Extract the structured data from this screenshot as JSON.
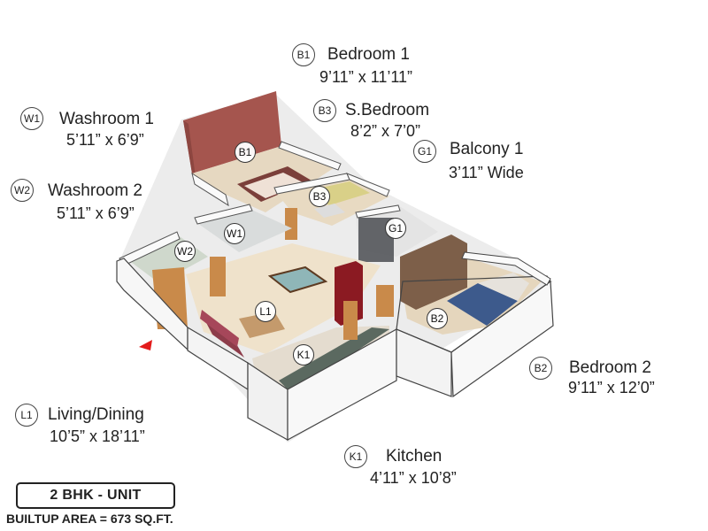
{
  "rooms": {
    "b1": {
      "code": "B1",
      "name": "Bedroom 1",
      "dims": "9’11” x 11’11”"
    },
    "b3": {
      "code": "B3",
      "name": "S.Bedroom",
      "dims": "8’2” x 7’0”"
    },
    "g1": {
      "code": "G1",
      "name": "Balcony 1",
      "dims": "3’11” Wide"
    },
    "w1": {
      "code": "W1",
      "name": "Washroom 1",
      "dims": "5’11” x 6’9”"
    },
    "w2": {
      "code": "W2",
      "name": "Washroom 2",
      "dims": "5’11” x 6’9”"
    },
    "l1": {
      "code": "L1",
      "name": "Living/Dining",
      "dims": "10’5” x 18’11”"
    },
    "b2": {
      "code": "B2",
      "name": "Bedroom 2",
      "dims": "9’11” x 12’0”"
    },
    "k1": {
      "code": "K1",
      "name": "Kitchen",
      "dims": "4’11” x 10’8”"
    }
  },
  "unit_label": "2 BHK - UNIT",
  "builtup_area": "BUILTUP AREA = 673 SQ.FT.",
  "colors": {
    "wall": "#f4f4f4",
    "floor_tile": "#e9dcc5",
    "accent_wall": "#a5554e",
    "wood_door": "#c98a4a",
    "entry_arrow": "#e31b1b"
  }
}
